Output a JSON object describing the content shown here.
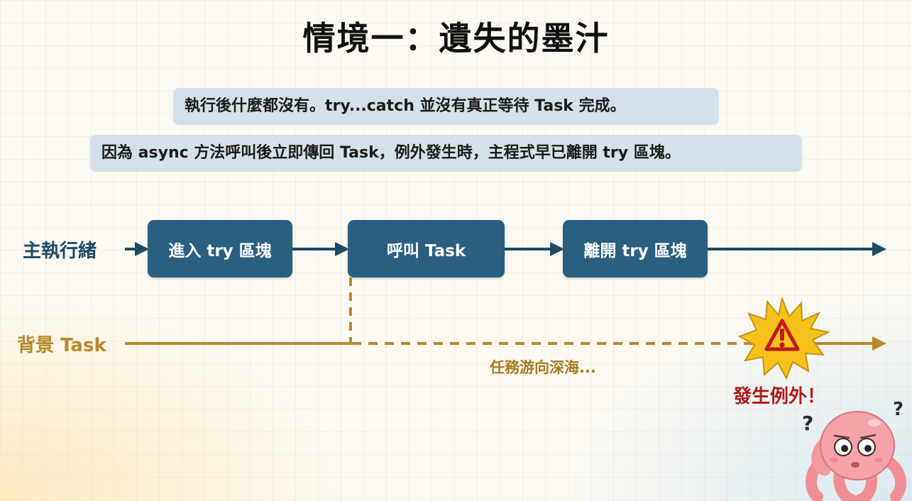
{
  "title": "情境一：遺失的墨汁",
  "notes": [
    "執行後什麼都沒有。try...catch 並沒有真正等待 Task 完成。",
    "因為 async 方法呼叫後立即傳回 Task，例外發生時，主程式早已離開 try 區塊。"
  ],
  "lanes": {
    "main": {
      "label": "主執行緒",
      "steps": [
        "進入 try 區塊",
        "呼叫 Task",
        "離開 try 區塊"
      ]
    },
    "background": {
      "label": "背景 Task",
      "caption": "任務游向深海...",
      "error_label": "發生例外！"
    }
  },
  "colors": {
    "main_accent": "#1e4a66",
    "step_box": "#2a5f80",
    "background_accent": "#b8892a",
    "error_text": "#b0191c",
    "warning_star": "#f7c21c"
  },
  "icons": [
    "warning-icon",
    "octopus-mascot",
    "question-mark-icon"
  ]
}
